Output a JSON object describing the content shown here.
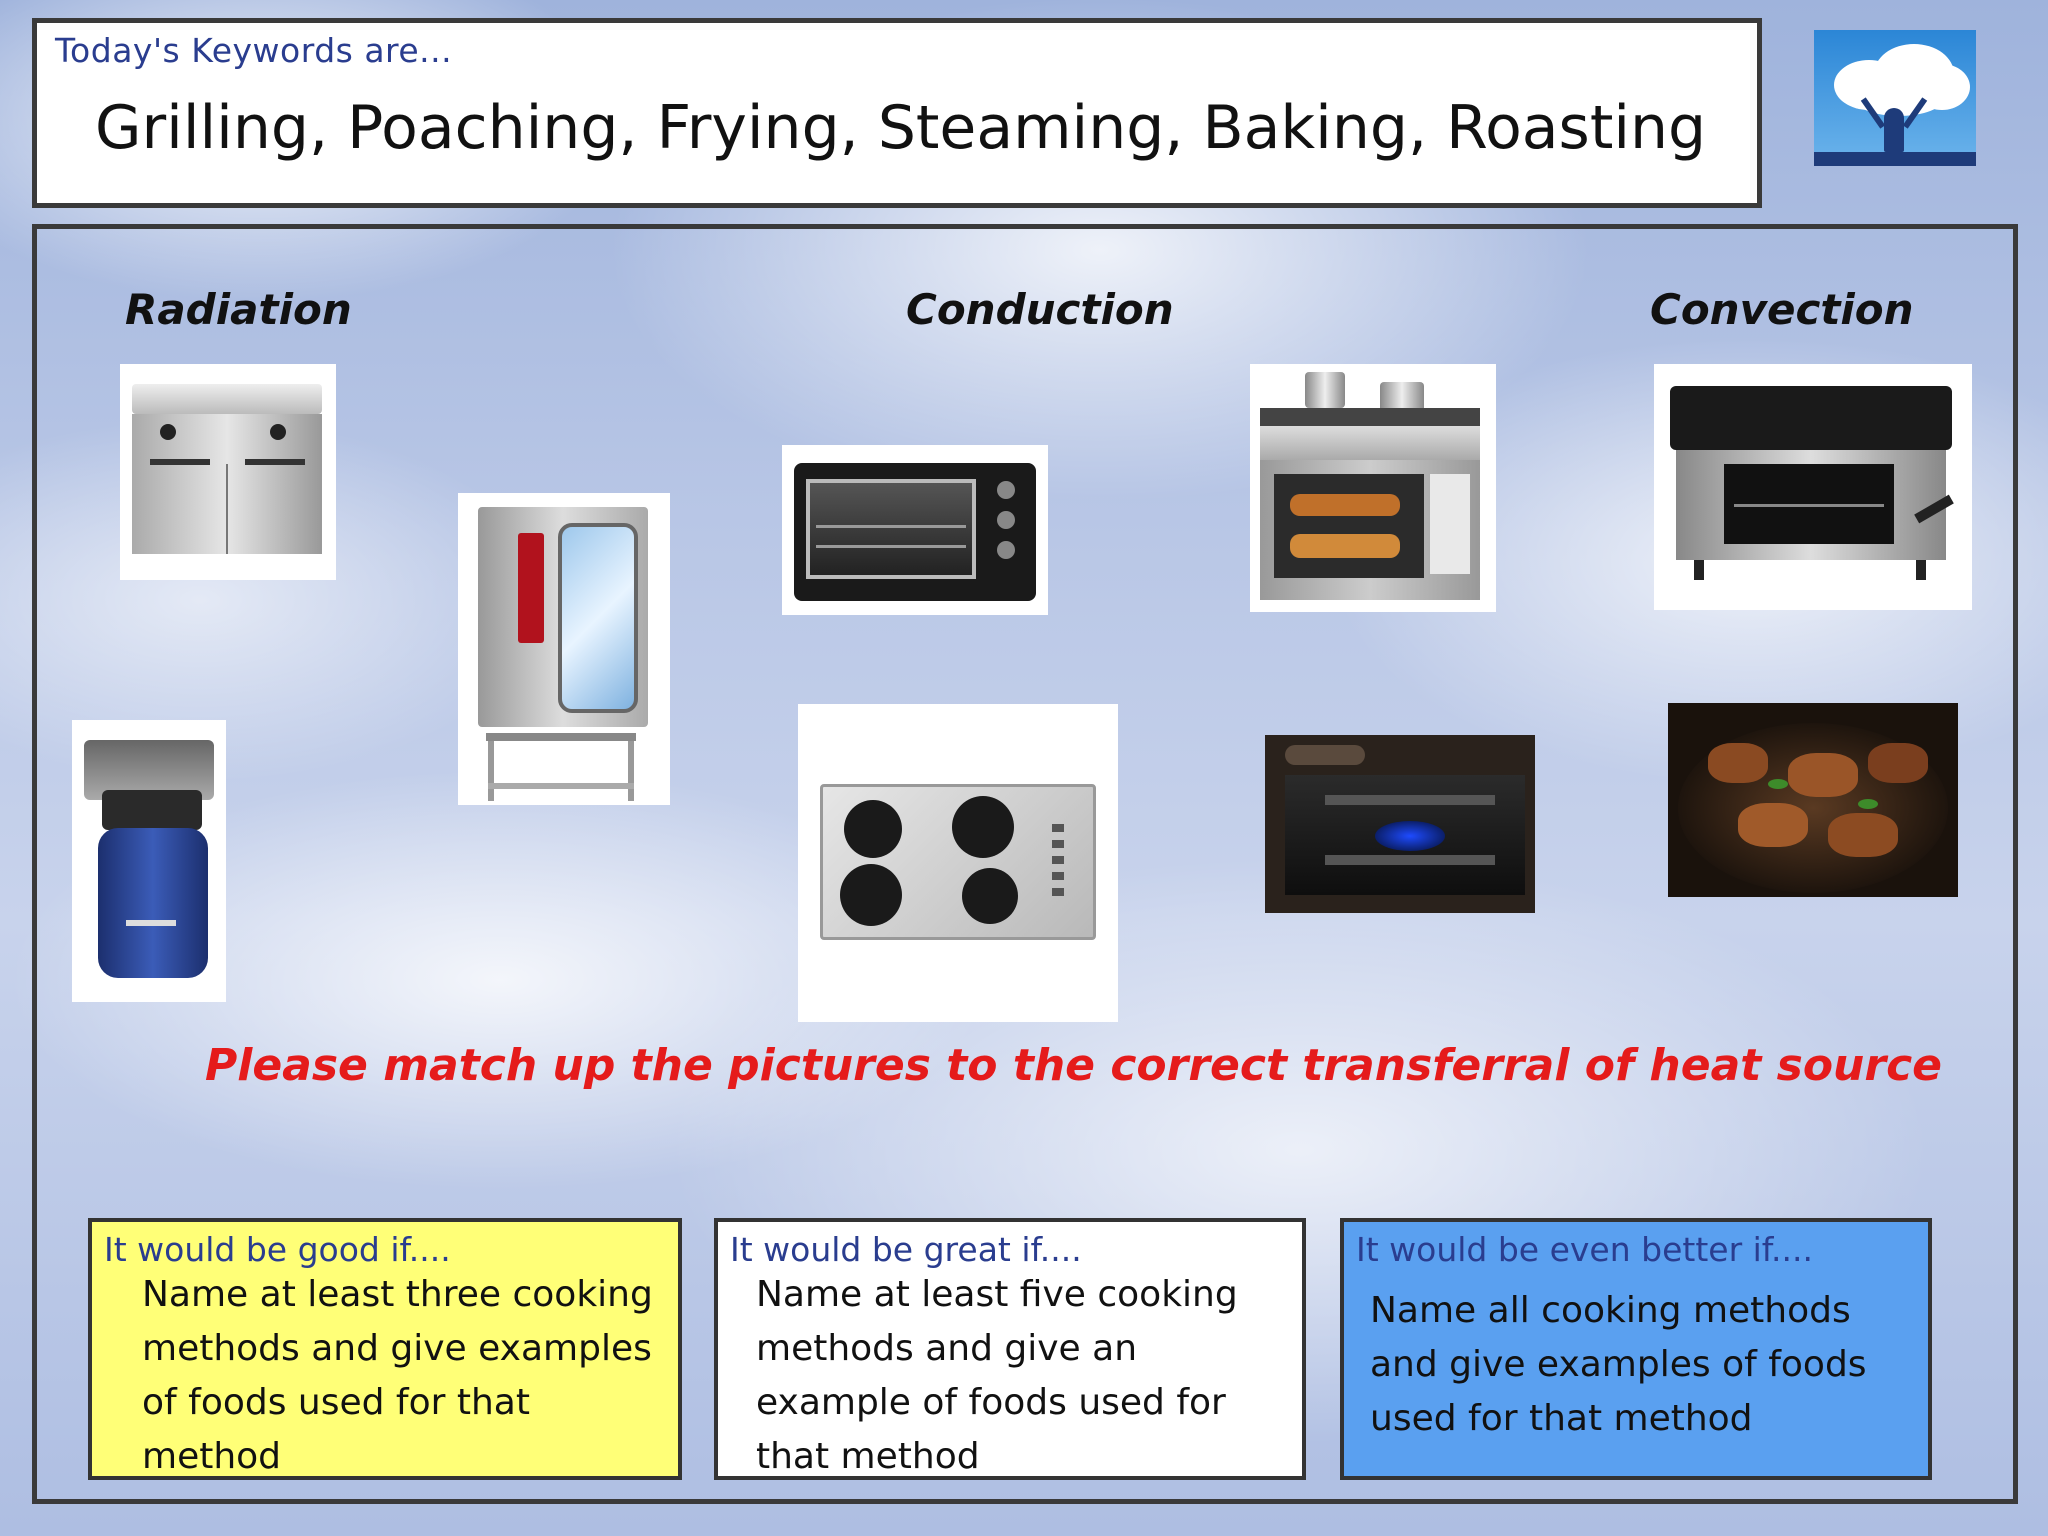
{
  "header": {
    "subtitle": "Today's Keywords are...",
    "keywords": "Grilling, Poaching, Frying, Steaming, Baking, Roasting"
  },
  "categories": {
    "radiation": "Radiation",
    "conduction": "Conduction",
    "convection": "Convection"
  },
  "instruction": "Please match up the pictures to the correct transferral of heat source",
  "tasks": [
    {
      "label": "It would be good if....",
      "text": "Name at least three cooking methods and give examples of foods used for that method",
      "color": "#ffff77"
    },
    {
      "label": "It would be great if....",
      "text": "Name at least five cooking methods and give an example of foods used for that method",
      "color": "#ffffff"
    },
    {
      "label": "It would be even better if....",
      "text": "Name all cooking methods and give examples of foods used for that method",
      "color": "#5aa0f0"
    }
  ],
  "colors": {
    "instruction": "#e51b1b",
    "task_label": "#2a3d8f",
    "border": "#3a3a3a"
  },
  "images": [
    "stainless-fryer-cabinet",
    "combi-steam-oven",
    "countertop-toaster-oven",
    "gas-range-with-oven",
    "salamander-grill",
    "camping-gas-stove",
    "electric-hob",
    "gas-burner-flame",
    "barbecue-grill"
  ]
}
